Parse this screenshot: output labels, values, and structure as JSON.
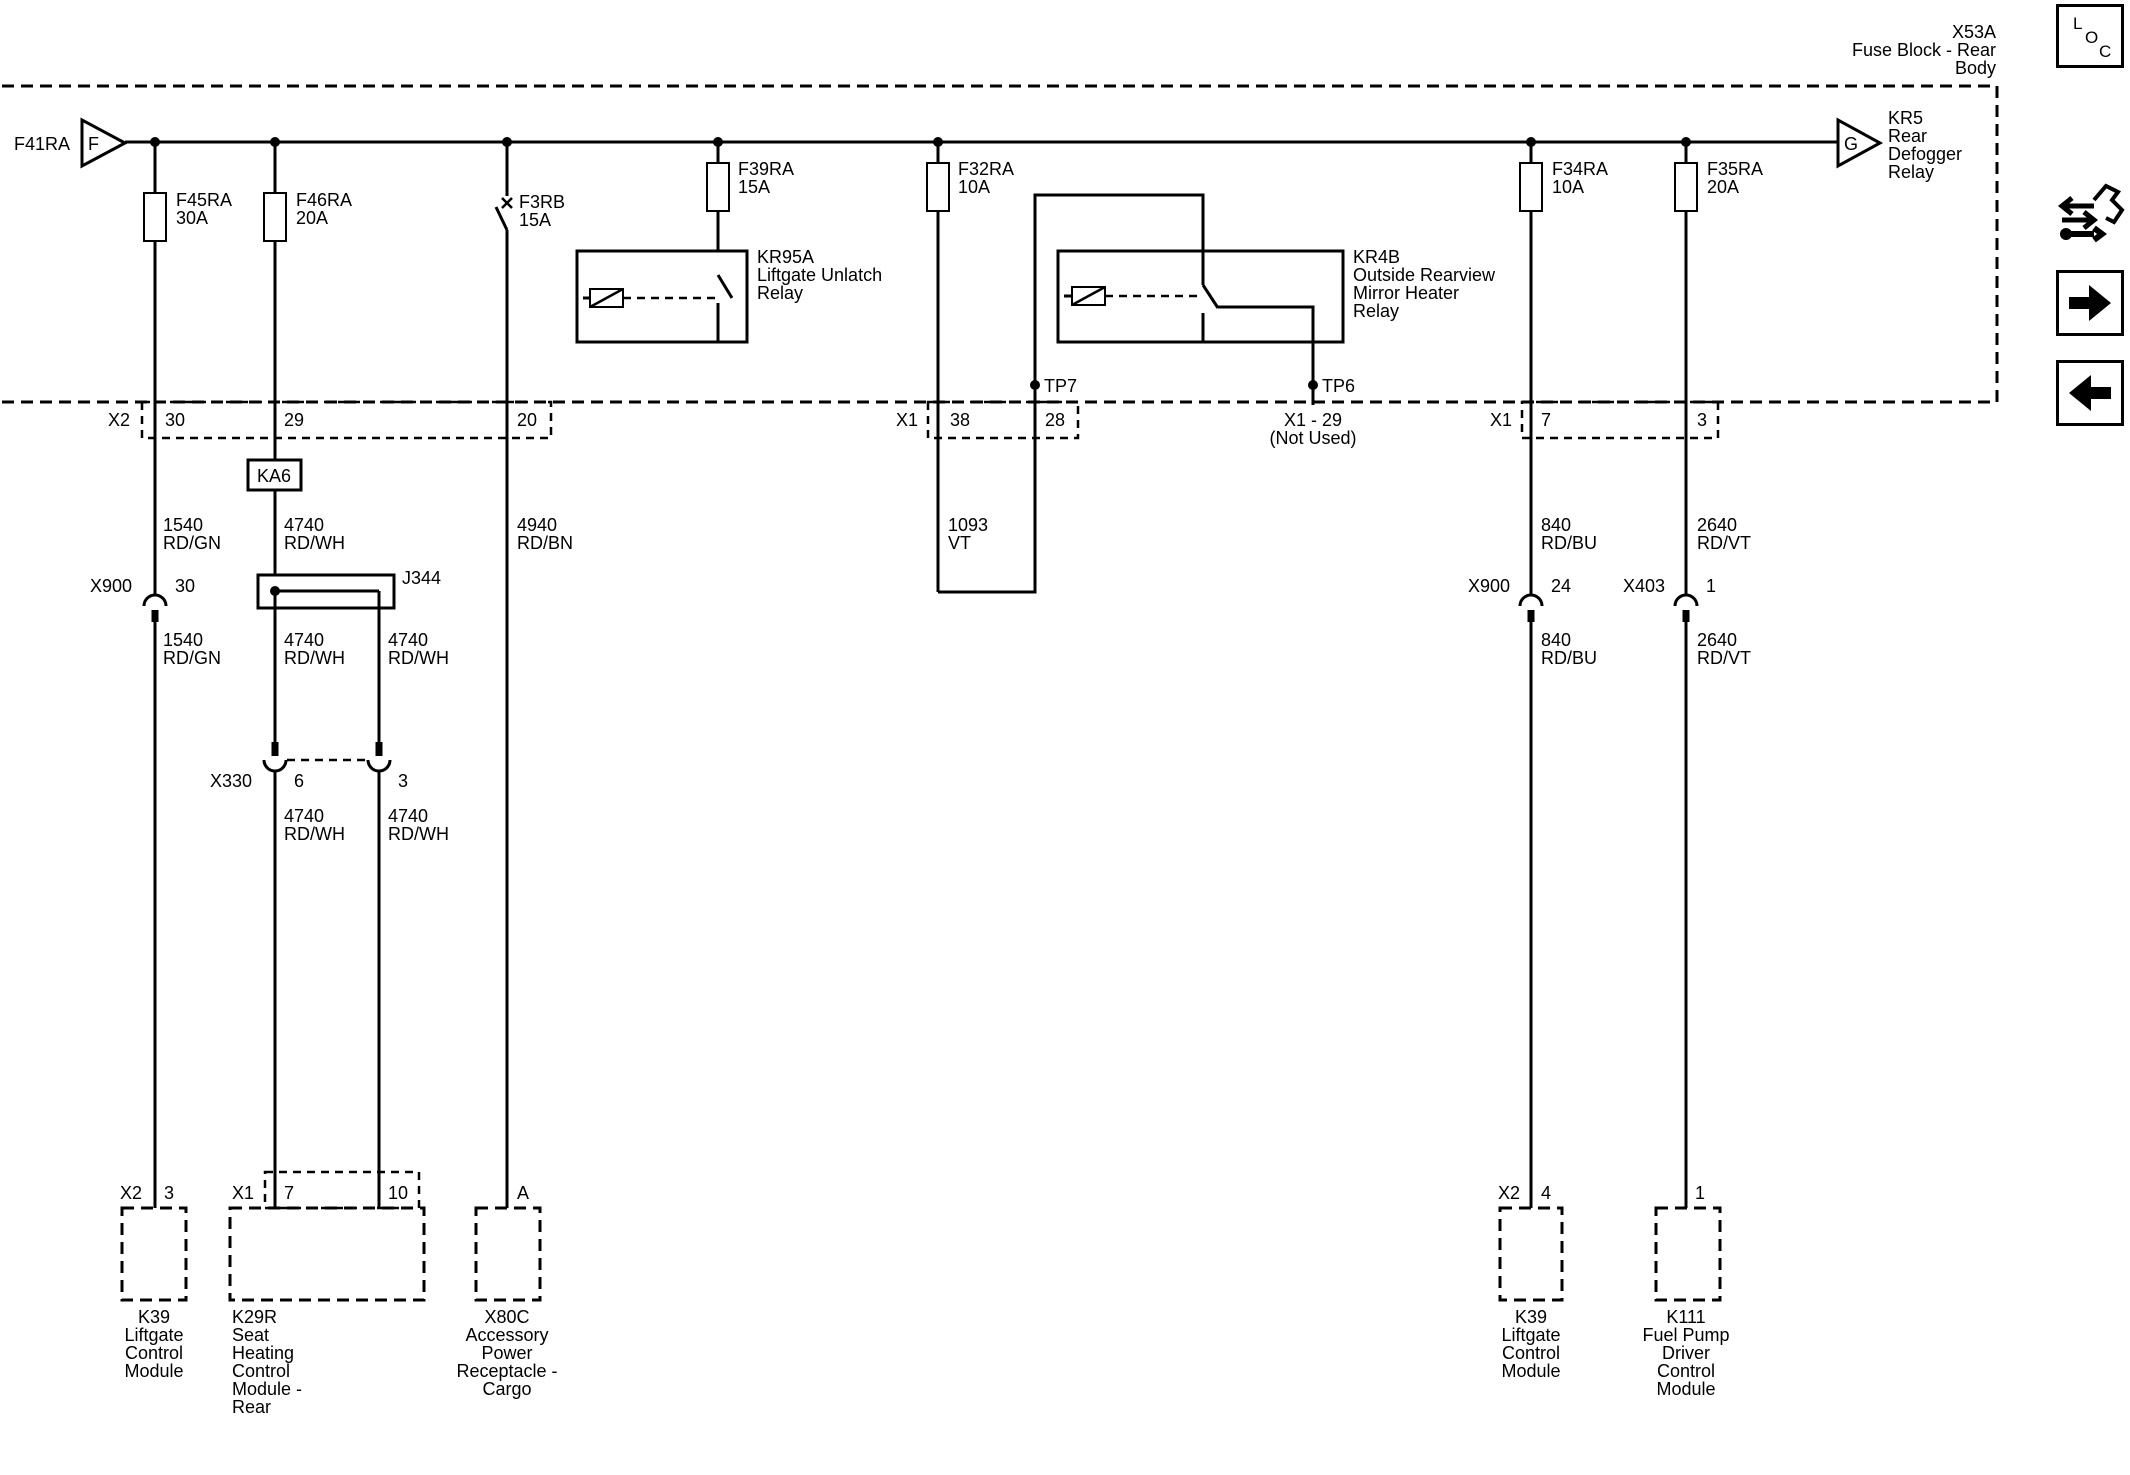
{
  "fuse_block": {
    "id": "X53A",
    "line1": "Fuse Block - Rear",
    "line2": "Body"
  },
  "feed_left": {
    "label": "F41RA",
    "letter": "F"
  },
  "feed_right": {
    "letter": "G",
    "id": "KR5",
    "lines": [
      "Rear",
      "Defogger",
      "Relay"
    ]
  },
  "loc": {
    "l": "L",
    "o": "O",
    "c": "C"
  },
  "fuses": [
    {
      "name": "F45RA",
      "rating": "30A"
    },
    {
      "name": "F46RA",
      "rating": "20A"
    },
    {
      "name": "F3RB",
      "rating": "15A"
    },
    {
      "name": "F39RA",
      "rating": "15A"
    },
    {
      "name": "F32RA",
      "rating": "10A"
    },
    {
      "name": "F34RA",
      "rating": "10A"
    },
    {
      "name": "F35RA",
      "rating": "20A"
    }
  ],
  "relays": [
    {
      "id": "KR95A",
      "lines": [
        "Liftgate Unlatch",
        "Relay"
      ]
    },
    {
      "id": "KR4B",
      "lines": [
        "Outside Rearview",
        "Mirror Heater",
        "Relay"
      ]
    }
  ],
  "test_points": {
    "tp7": "TP7",
    "tp6": "TP6"
  },
  "connectors": {
    "x2_top": {
      "name": "X2",
      "pins": [
        "30",
        "29",
        "20"
      ]
    },
    "x1_mid": {
      "name": "X1",
      "pins": [
        "38",
        "28"
      ]
    },
    "x1_29": {
      "name": "X1 - 29",
      "note": "(Not Used)"
    },
    "x1_right": {
      "name": "X1",
      "pins": [
        "7",
        "3"
      ]
    },
    "ka6": "KA6",
    "j344": "J344",
    "x900_left": {
      "name": "X900",
      "pin": "30"
    },
    "x900_right": {
      "name": "X900",
      "pin": "24"
    },
    "x403": {
      "name": "X403",
      "pin": "1"
    },
    "x330": {
      "name": "X330",
      "pins": [
        "6",
        "3"
      ]
    }
  },
  "wires": [
    {
      "circuit": "1540",
      "color": "RD/GN"
    },
    {
      "circuit": "4740",
      "color": "RD/WH"
    },
    {
      "circuit": "4940",
      "color": "RD/BN"
    },
    {
      "circuit": "1093",
      "color": "VT"
    },
    {
      "circuit": "840",
      "color": "RD/BU"
    },
    {
      "circuit": "2640",
      "color": "RD/VT"
    }
  ],
  "modules": [
    {
      "conn": "X2",
      "pin": "3",
      "lines": [
        "K39",
        "Liftgate",
        "Control",
        "Module"
      ]
    },
    {
      "conn": "X1",
      "pins": [
        "7",
        "10"
      ],
      "lines": [
        "K29R",
        "Seat",
        "Heating",
        "Control",
        "Module -",
        "Rear"
      ]
    },
    {
      "pin": "A",
      "lines": [
        "X80C",
        "Accessory",
        "Power",
        "Receptacle -",
        "Cargo"
      ]
    },
    {
      "conn": "X2",
      "pin": "4",
      "lines": [
        "K39",
        "Liftgate",
        "Control",
        "Module"
      ]
    },
    {
      "pin": "1",
      "lines": [
        "K111",
        "Fuel Pump",
        "Driver",
        "Control",
        "Module"
      ]
    }
  ],
  "nav_icons": [
    "circuit-tools-icon",
    "next-arrow-icon",
    "previous-arrow-icon"
  ]
}
